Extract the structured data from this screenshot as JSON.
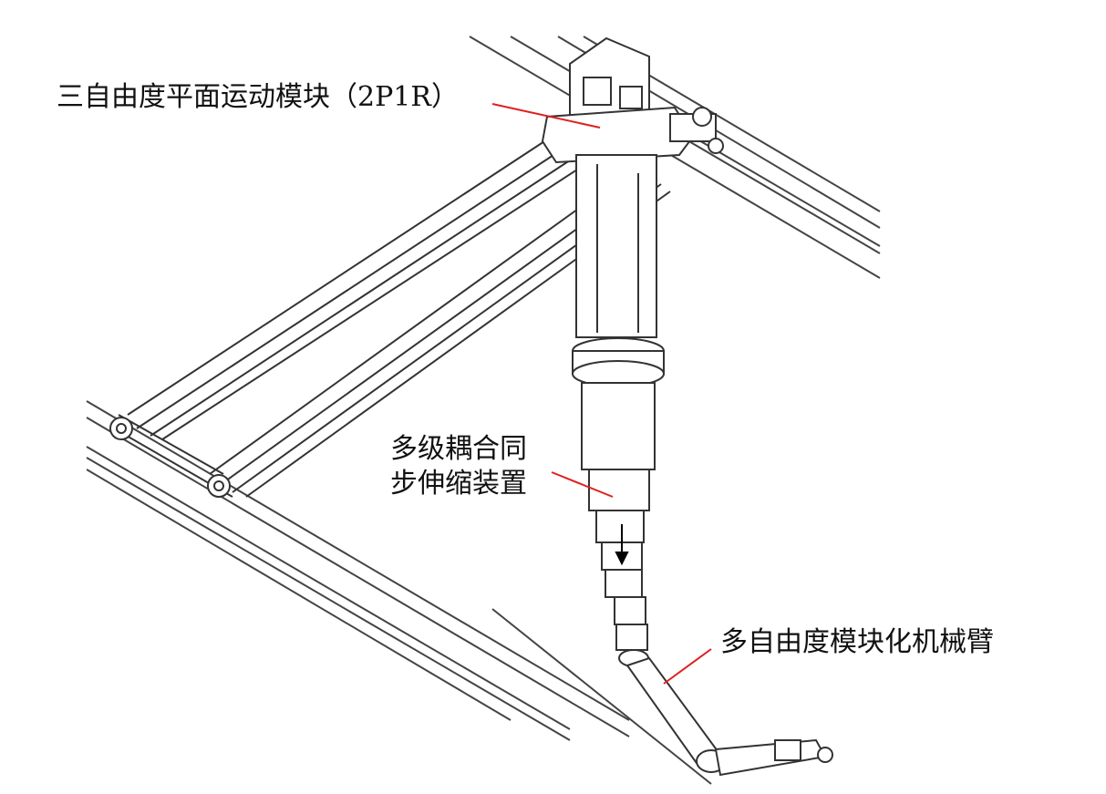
{
  "labels": {
    "planar_module": "三自由度平面运动模块（2P1R）",
    "telescopic_line1": "多级耦合同",
    "telescopic_line2": "步伸缩装置",
    "arm": "多自由度模块化机械臂"
  },
  "colors": {
    "leader_line": "#e02020",
    "structure": "#333333",
    "background": "#ffffff"
  }
}
